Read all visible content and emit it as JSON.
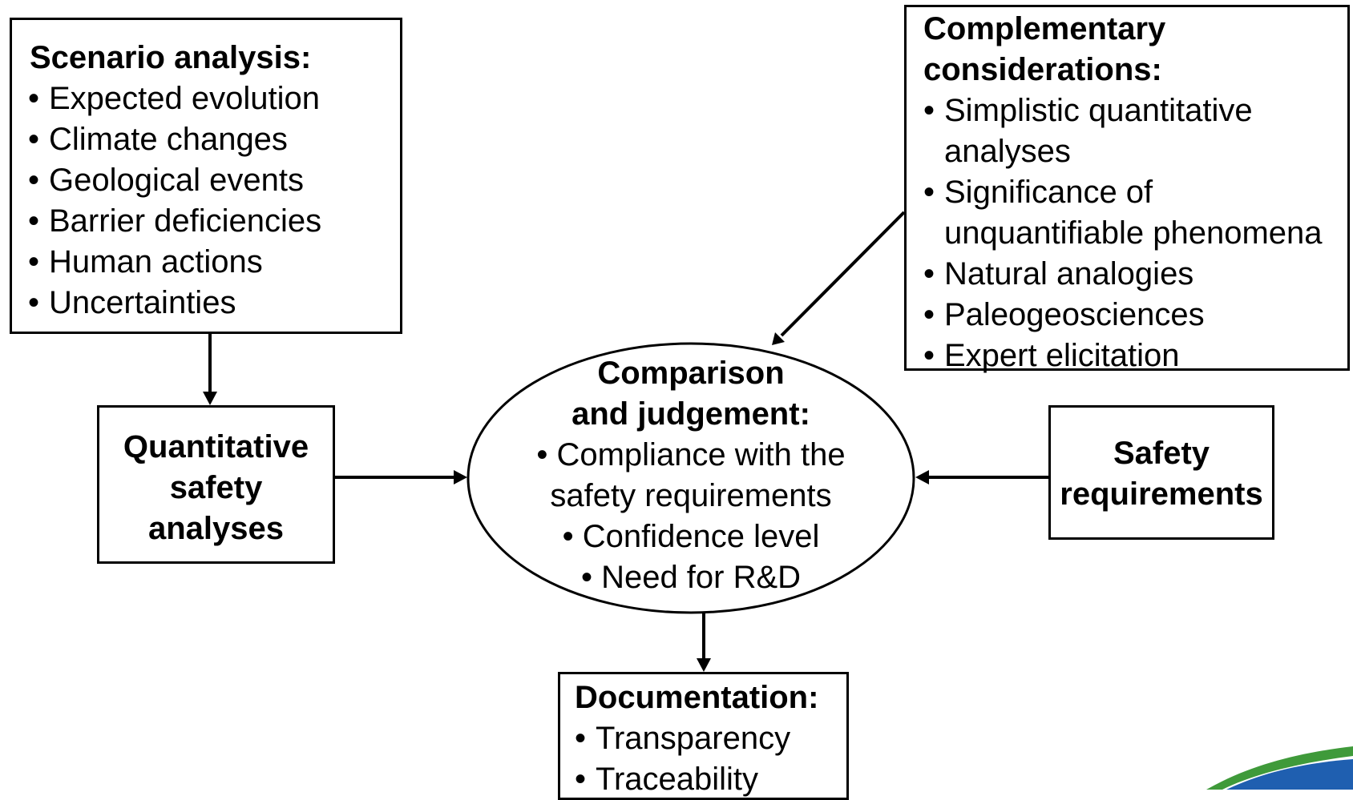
{
  "scenario": {
    "title": "Scenario analysis:",
    "items": [
      "Expected evolution",
      "Climate changes",
      "Geological events",
      "Barrier deficiencies",
      "Human actions",
      "Uncertainties"
    ]
  },
  "complementary": {
    "title_line1": "Complementary",
    "title_line2": "considerations:",
    "items": [
      {
        "line1": "Simplistic quantitative",
        "line2": "analyses"
      },
      {
        "line1": "Significance of",
        "line2": "unquantifiable phenomena"
      },
      {
        "line1": "Natural analogies"
      },
      {
        "line1": "Paleogeosciences"
      },
      {
        "line1": "Expert elicitation"
      }
    ]
  },
  "quantitative": {
    "line1": "Quantitative",
    "line2": "safety",
    "line3": "analyses"
  },
  "comparison": {
    "title_line1": "Comparison",
    "title_line2": "and judgement:",
    "item1_line1": "Compliance with the",
    "item1_line2": "safety requirements",
    "item2": "Confidence level",
    "item3": "Need for R&D"
  },
  "safety": {
    "line1": "Safety",
    "line2": "requirements"
  },
  "documentation": {
    "title": "Documentation:",
    "items": [
      "Transparency",
      "Traceability"
    ]
  },
  "colors": {
    "stroke": "#000000",
    "logo_blue": "#1f5fb0",
    "logo_green": "#3f9a3a"
  }
}
